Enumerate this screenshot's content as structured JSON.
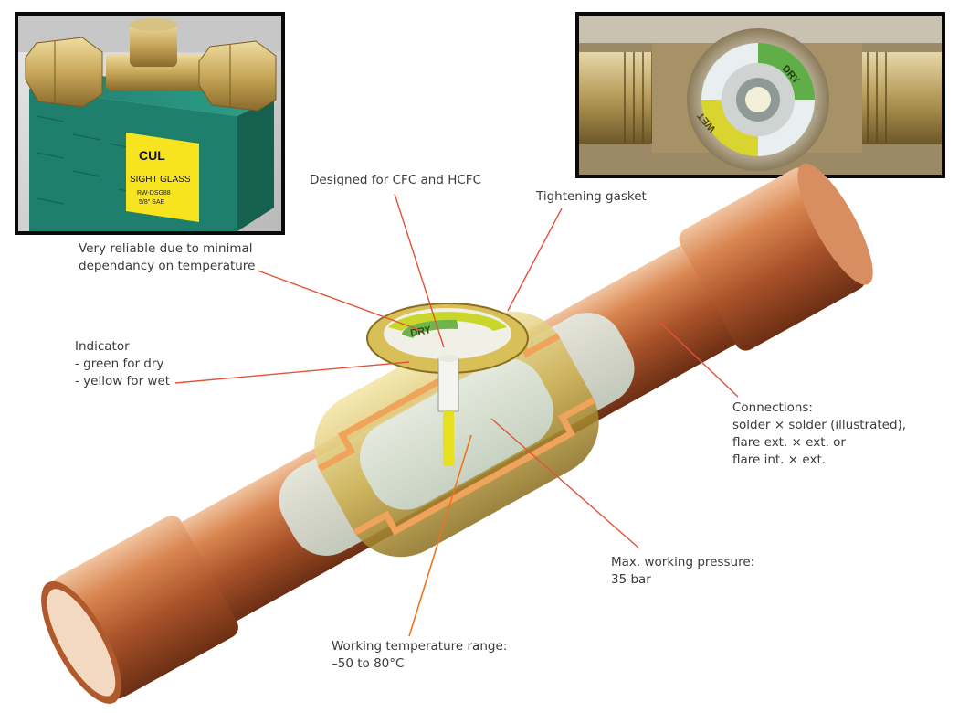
{
  "photos": {
    "box_photo": {
      "box_brand": "CUL",
      "box_title": "SIGHT GLASS",
      "box_model": "RW-DSG88",
      "box_size": "5/8\" SAE"
    },
    "indicator_photo": {
      "ring_dry": "DRY",
      "ring_wet": "WET"
    }
  },
  "callouts": {
    "cfc": [
      "Designed for CFC and HCFC"
    ],
    "gasket": [
      "Tightening gasket"
    ],
    "reliable": [
      "Very reliable due to minimal",
      "dependancy on temperature"
    ],
    "indicator": [
      "Indicator",
      "- green for dry",
      "- yellow for wet"
    ],
    "connections": [
      "Connections:",
      "solder × solder (illustrated),",
      "flare ext. × ext. or",
      "flare int. × ext."
    ],
    "pressure": [
      "Max. working pressure:",
      "35 bar"
    ],
    "temperature": [
      "Working temperature range:",
      "–50 to 80°C"
    ]
  },
  "illustration": {
    "dial_label": "DRY"
  },
  "colors": {
    "leader_line": "#e2523a",
    "temperature_leader": "#f0731c",
    "copper": "#c96a3a",
    "brass": "#c9a64a",
    "photo_border": "#0a0a0a"
  }
}
